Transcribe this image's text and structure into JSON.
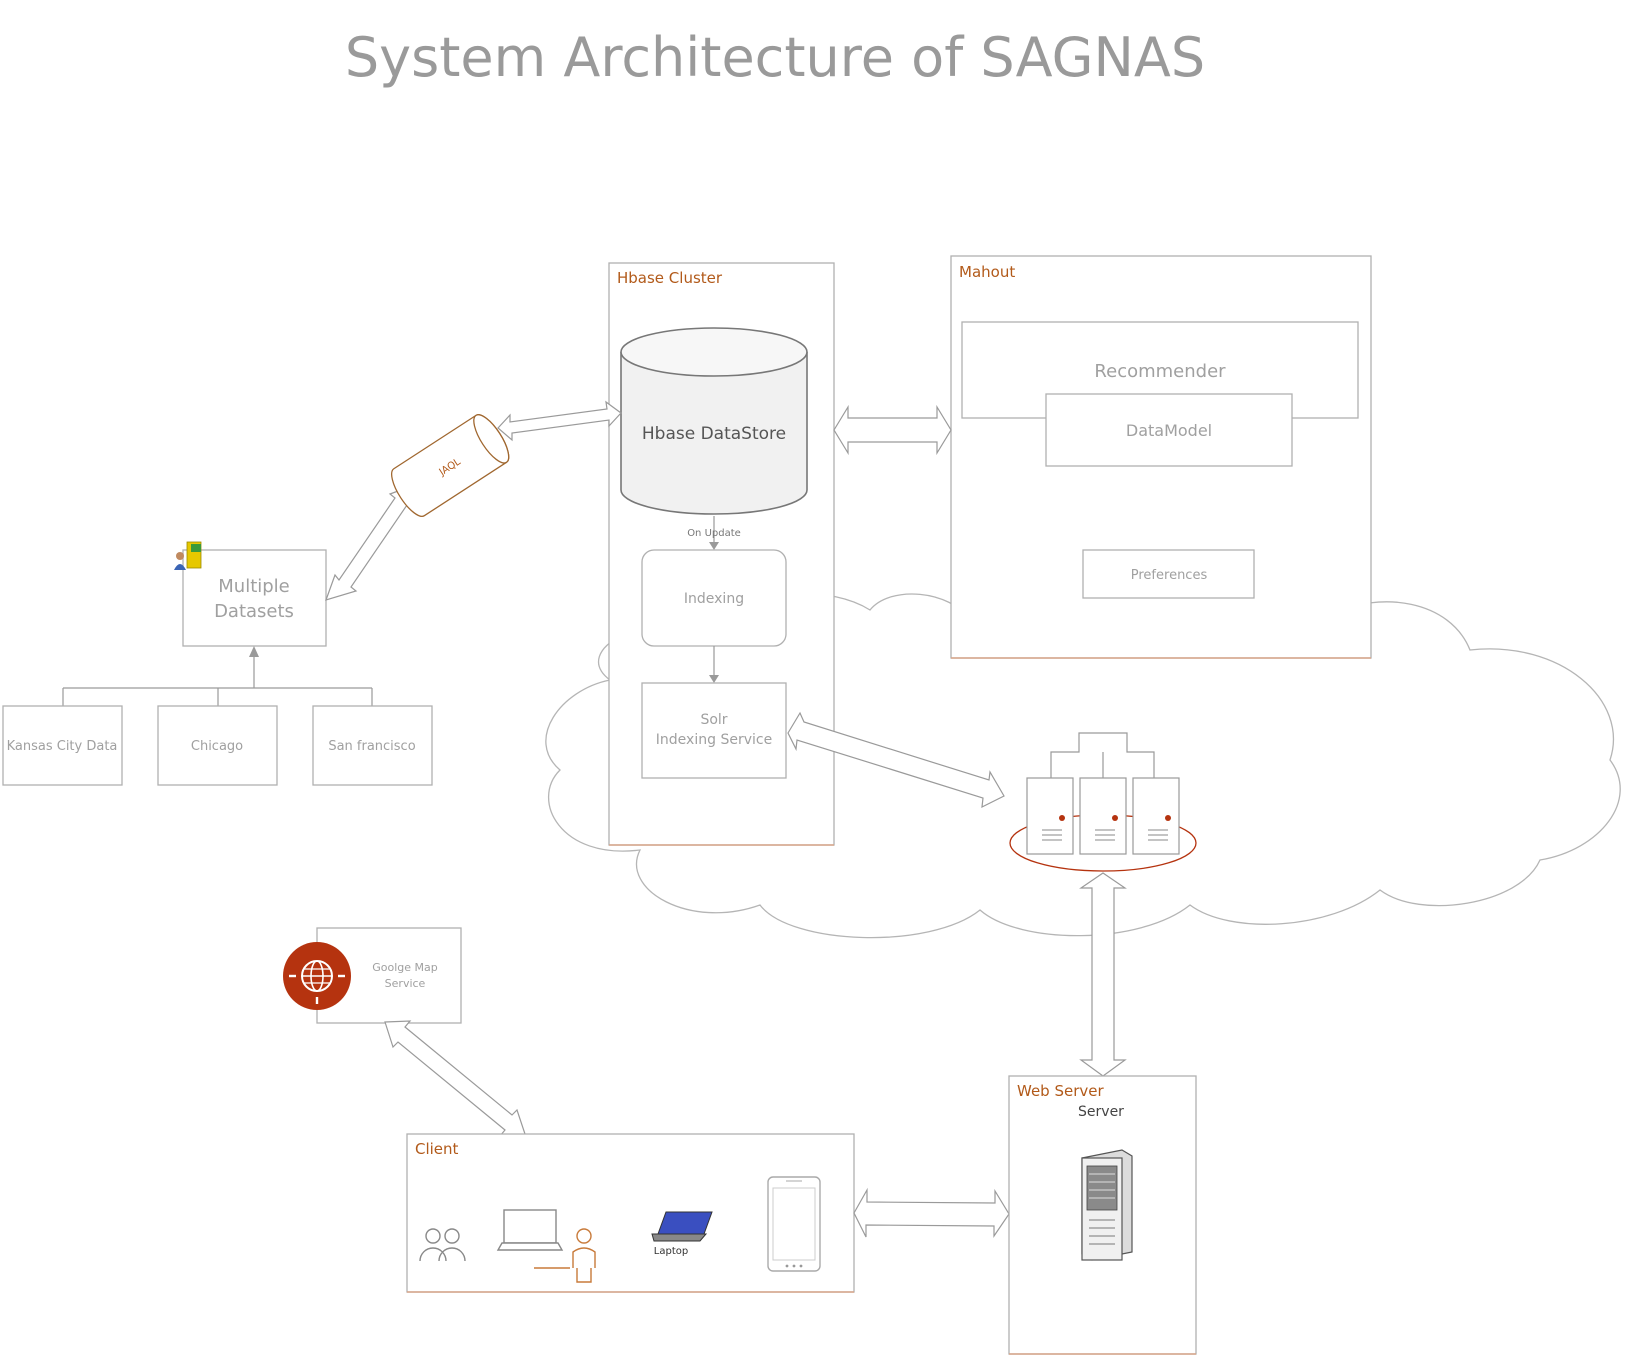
{
  "title": "System Architecture of SAGNAS",
  "datasets": {
    "label_line1": "Multiple",
    "label_line2": "Datasets",
    "sources": [
      "Kansas City Data",
      "Chicago",
      "San francisco"
    ]
  },
  "jaql": {
    "label": "JAQL"
  },
  "hbase_cluster": {
    "title": "Hbase Cluster",
    "datastore": "Hbase DataStore",
    "on_update": "On Update",
    "indexing": "Indexing",
    "solr_line1": "Solr",
    "solr_line2": "Indexing Service"
  },
  "mahout": {
    "title": "Mahout",
    "recommender": "Recommender",
    "datamodel": "DataModel",
    "preferences": "Preferences"
  },
  "google_map": {
    "line1": "Goolge Map",
    "line2": "Service"
  },
  "client": {
    "title": "Client",
    "laptop_label": "Laptop"
  },
  "web_server": {
    "title": "Web Server",
    "subtitle": "Server"
  },
  "colors": {
    "accent": "#b25a1a",
    "globe": "#b5330f",
    "stroke": "#b0b0b0"
  }
}
